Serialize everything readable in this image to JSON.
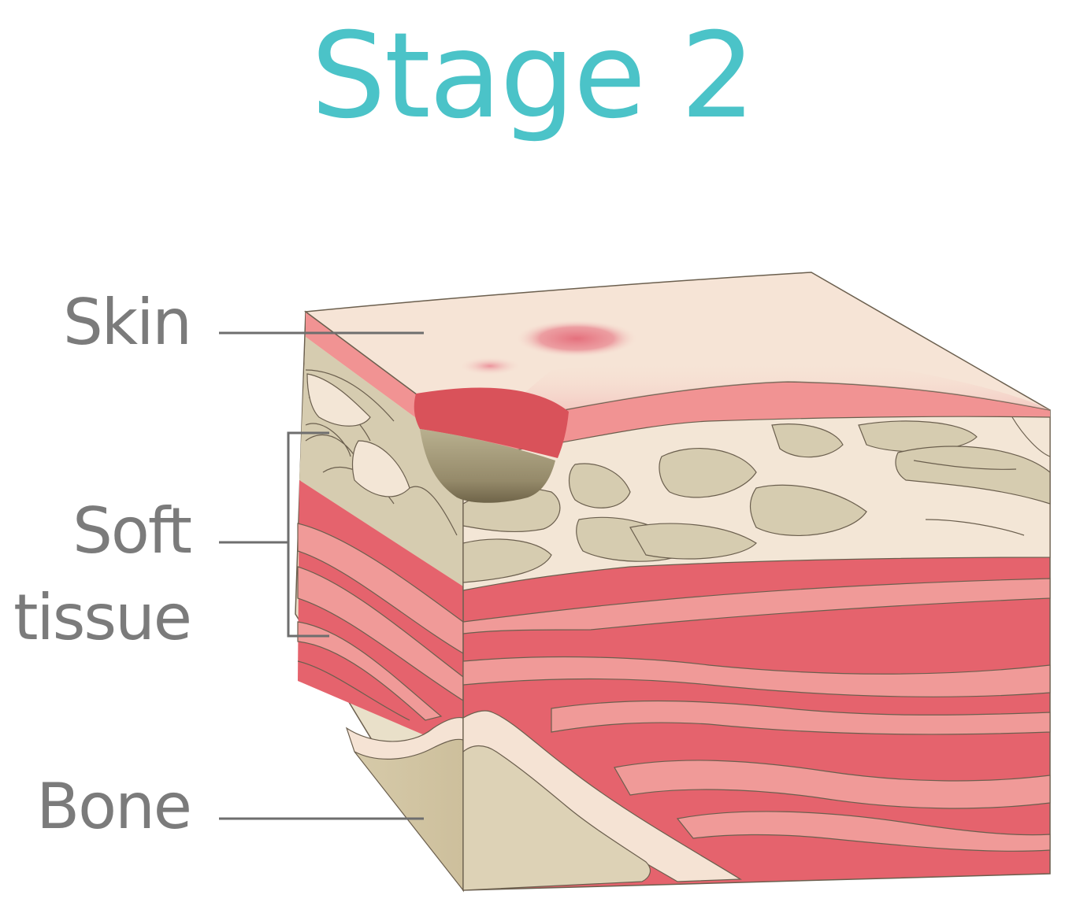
{
  "title": "Stage 2",
  "labels": {
    "skin": "Skin",
    "soft_line1": "Soft",
    "soft_line2": "tissue",
    "bone": "Bone"
  },
  "colors": {
    "title": "#4bc3c8",
    "label": "#7b7b7b",
    "leader_line": "#6e6e6e",
    "skin_surface": "#f6e4d6",
    "dermis": "#f19393",
    "wound_red": "#d9525a",
    "wound_base": "#a59a7c",
    "fat_light": "#f3e6d6",
    "fat_dark": "#d6ccb0",
    "muscle_dark": "#e5636d",
    "muscle_light": "#f09a98",
    "bone_sheath": "#f5e3d4",
    "bone": "#ddd2b6",
    "outline": "#6b5f4e"
  }
}
